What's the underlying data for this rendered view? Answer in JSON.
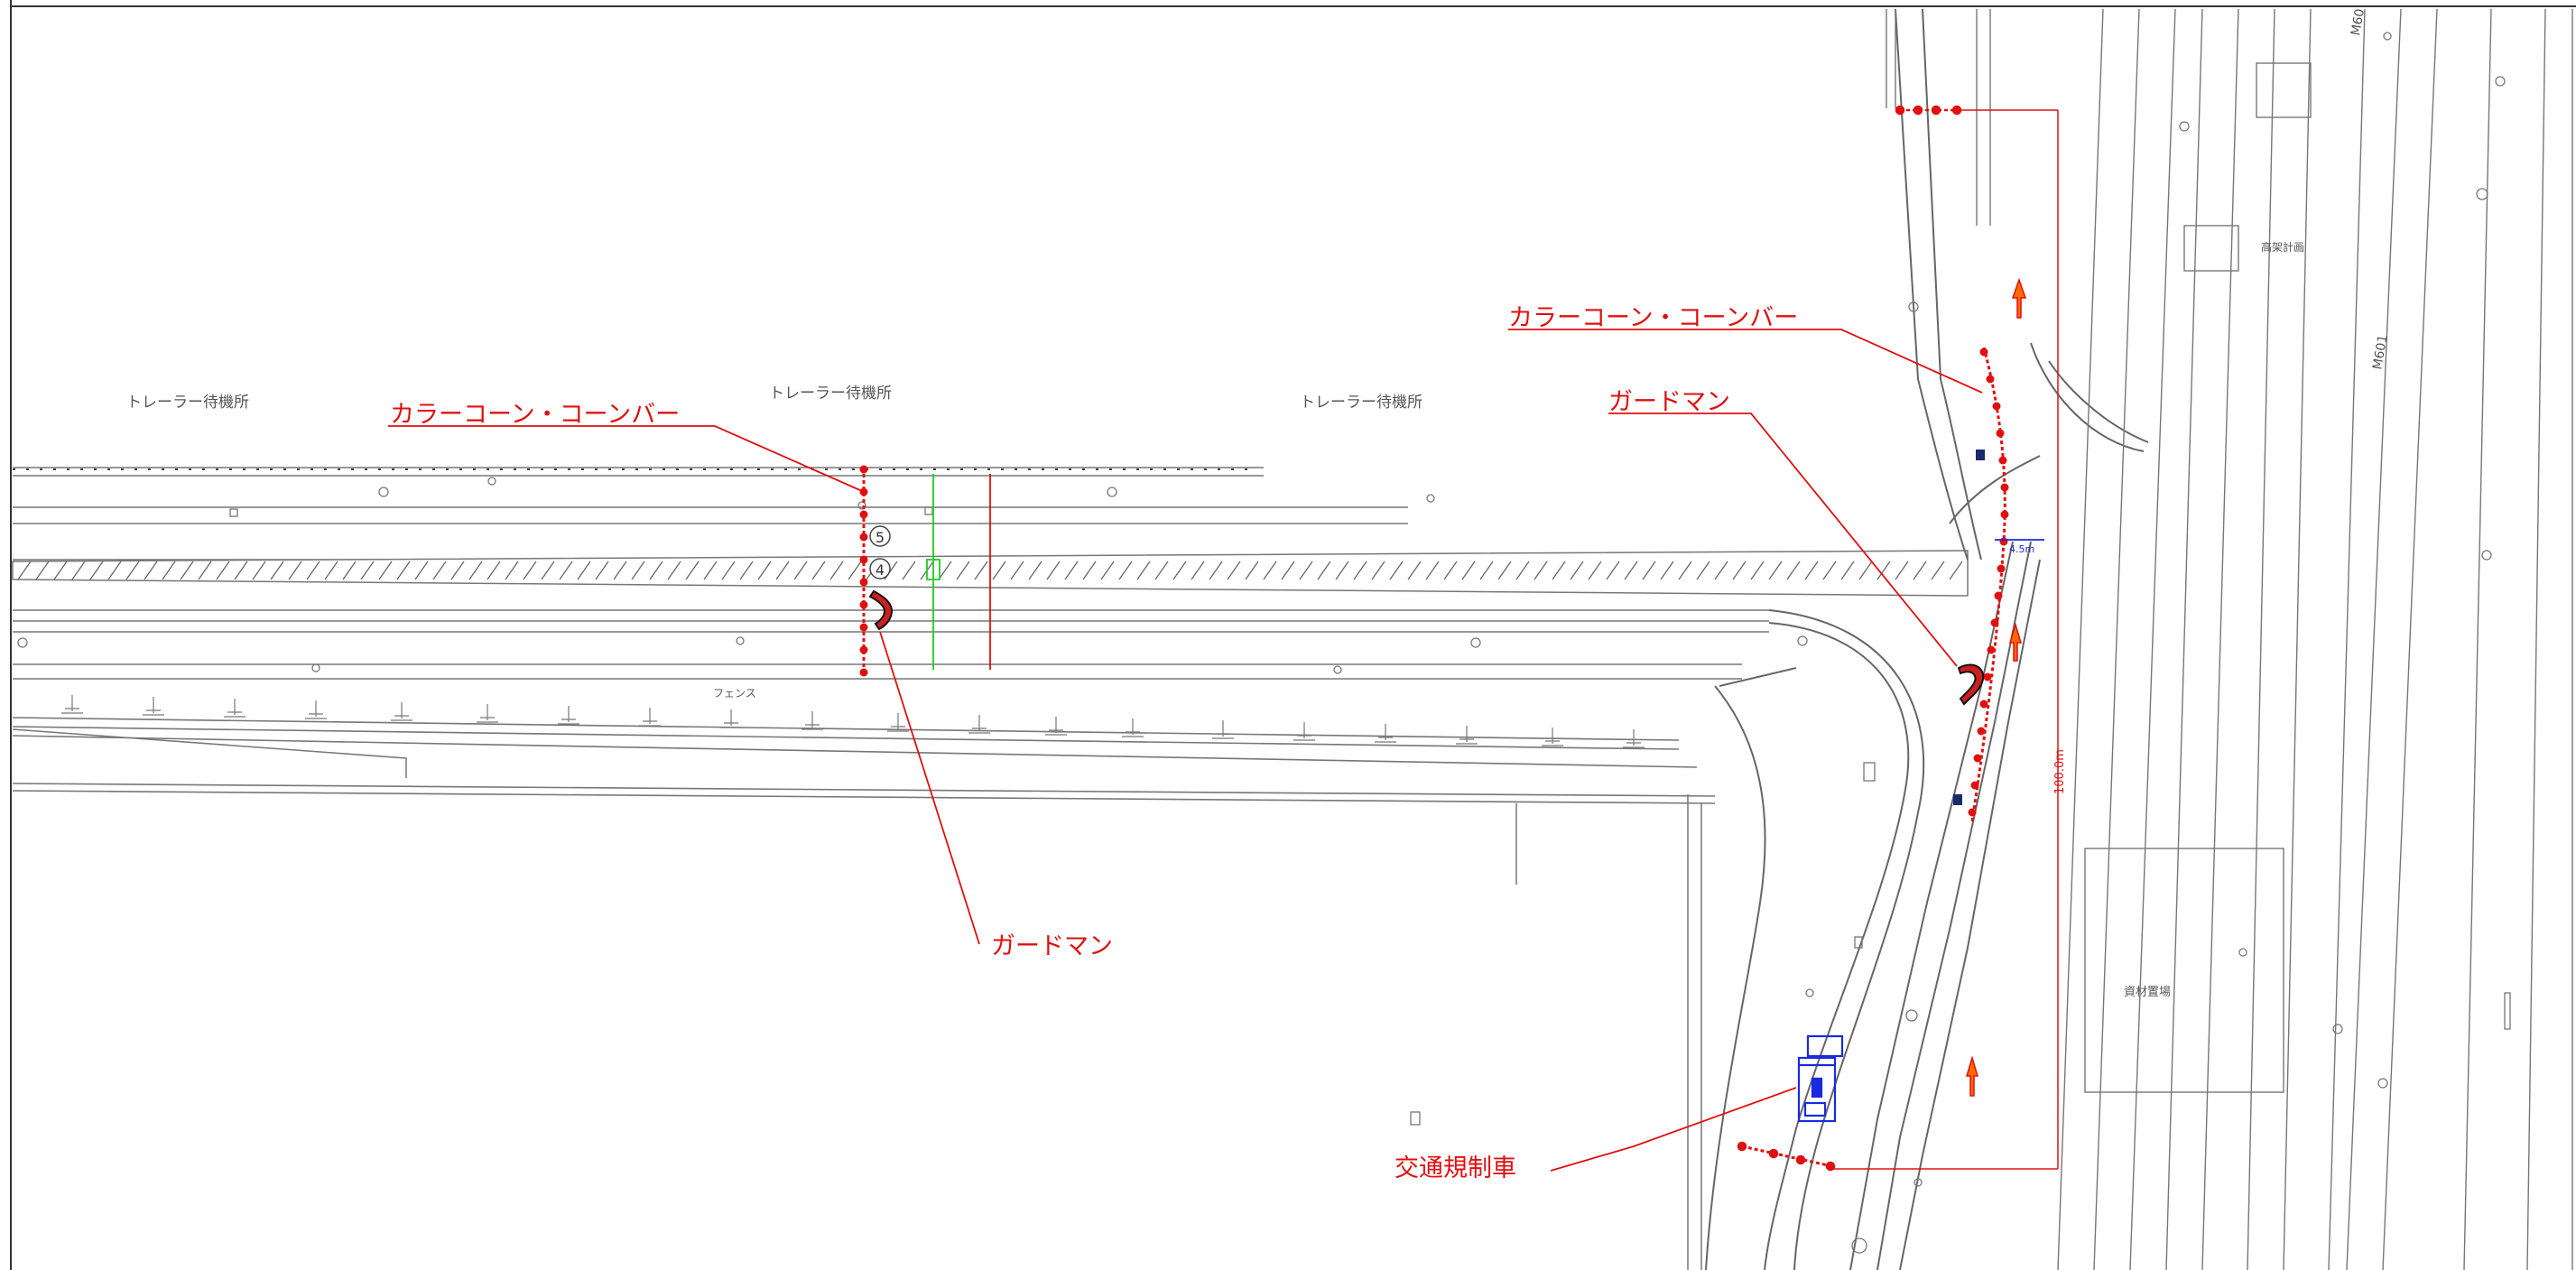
{
  "drawing": {
    "waiting_areas": [
      "トレーラー待機所",
      "トレーラー待機所",
      "トレーラー待機所"
    ],
    "callouts": {
      "cone_left": "カラーコーン・コーンバー",
      "cone_right": "カラーコーン・コーンバー",
      "guard_right": "ガードマン",
      "guard_left": "ガードマン",
      "vehicle": "交通規制車"
    },
    "small_labels": {
      "fence": "フェンス",
      "circle5": "5",
      "circle4": "4",
      "blue_width": "4.5m",
      "red_distance": "100.0m",
      "material_area": "資材置場",
      "m601": "M601",
      "m60": "M60",
      "plan_label": "高架計画"
    },
    "colors": {
      "annotation": "#e01010",
      "line": "#666666",
      "green": "#22cc22",
      "blue": "#1a2ae0"
    }
  }
}
